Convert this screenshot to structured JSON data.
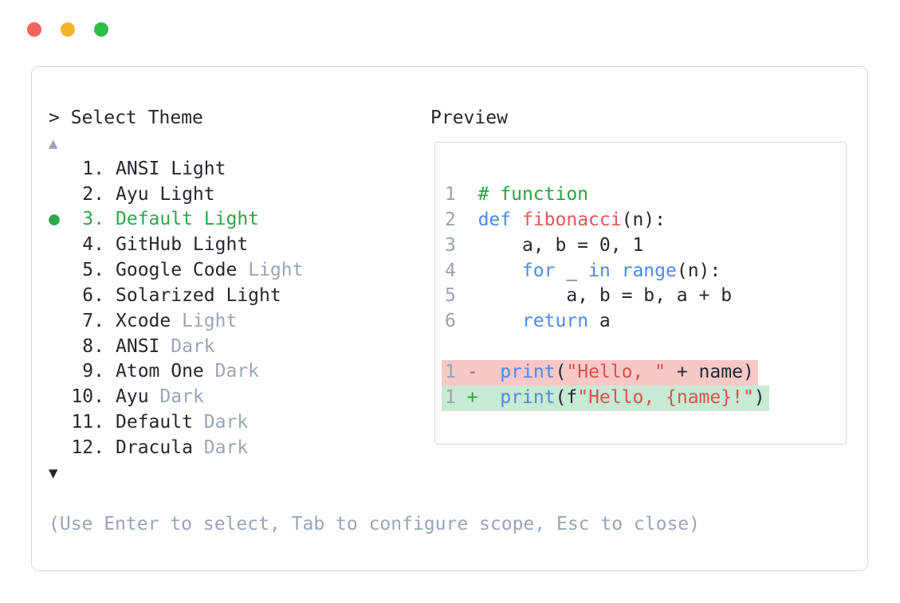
{
  "window": {
    "controls": [
      {
        "name": "close",
        "color": "#f4605a"
      },
      {
        "name": "minimize",
        "color": "#f3b42e"
      },
      {
        "name": "zoom",
        "color": "#2ebf48"
      }
    ]
  },
  "dialog": {
    "prompt": "> Select Theme",
    "scroll_up": "▲",
    "scroll_down": "▼",
    "selected_bullet": "●",
    "themes": [
      {
        "num": "1.",
        "name": "ANSI Light",
        "dim": "",
        "selected": false
      },
      {
        "num": "2.",
        "name": "Ayu Light",
        "dim": "",
        "selected": false
      },
      {
        "num": "3.",
        "name": "Default Light",
        "dim": "",
        "selected": true
      },
      {
        "num": "4.",
        "name": "GitHub Light",
        "dim": "",
        "selected": false
      },
      {
        "num": "5.",
        "name": "Google Code",
        "dim": "Light",
        "selected": false
      },
      {
        "num": "6.",
        "name": "Solarized Light",
        "dim": "",
        "selected": false
      },
      {
        "num": "7.",
        "name": "Xcode",
        "dim": "Light",
        "selected": false
      },
      {
        "num": "8.",
        "name": "ANSI",
        "dim": "Dark",
        "selected": false
      },
      {
        "num": "9.",
        "name": "Atom One",
        "dim": "Dark",
        "selected": false
      },
      {
        "num": "10.",
        "name": "Ayu",
        "dim": "Dark",
        "selected": false
      },
      {
        "num": "11.",
        "name": "Default",
        "dim": "Dark",
        "selected": false
      },
      {
        "num": "12.",
        "name": "Dracula",
        "dim": "Dark",
        "selected": false
      }
    ],
    "hint": "(Use Enter to select, Tab to configure scope, Esc to close)"
  },
  "preview": {
    "label": "Preview",
    "code_lines": [
      {
        "line_type": "code",
        "tokens": [
          {
            "t": "1",
            "c": "ln"
          },
          {
            "t": "  ",
            "c": "d"
          },
          {
            "t": "# function",
            "c": "cm"
          }
        ]
      },
      {
        "line_type": "code",
        "tokens": [
          {
            "t": "2",
            "c": "ln"
          },
          {
            "t": "  ",
            "c": "d"
          },
          {
            "t": "def",
            "c": "kw"
          },
          {
            "t": " ",
            "c": "d"
          },
          {
            "t": "fibonacci",
            "c": "fn"
          },
          {
            "t": "(n):",
            "c": "d"
          }
        ]
      },
      {
        "line_type": "code",
        "tokens": [
          {
            "t": "3",
            "c": "ln"
          },
          {
            "t": "  ",
            "c": "d"
          },
          {
            "t": "    a, b = 0, 1",
            "c": "d"
          }
        ]
      },
      {
        "line_type": "code",
        "tokens": [
          {
            "t": "4",
            "c": "ln"
          },
          {
            "t": "  ",
            "c": "d"
          },
          {
            "t": "    ",
            "c": "d"
          },
          {
            "t": "for",
            "c": "kw"
          },
          {
            "t": " _ ",
            "c": "d"
          },
          {
            "t": "in",
            "c": "kw"
          },
          {
            "t": " ",
            "c": "d"
          },
          {
            "t": "range",
            "c": "kw"
          },
          {
            "t": "(n):",
            "c": "d"
          }
        ]
      },
      {
        "line_type": "code",
        "tokens": [
          {
            "t": "5",
            "c": "ln"
          },
          {
            "t": "  ",
            "c": "d"
          },
          {
            "t": "        a, b = b, a + b",
            "c": "d"
          }
        ]
      },
      {
        "line_type": "code",
        "tokens": [
          {
            "t": "6",
            "c": "ln"
          },
          {
            "t": "  ",
            "c": "d"
          },
          {
            "t": "    ",
            "c": "d"
          },
          {
            "t": "return",
            "c": "kw"
          },
          {
            "t": " a",
            "c": "d"
          }
        ]
      },
      {
        "line_type": "blank",
        "tokens": []
      },
      {
        "line_type": "diff-removed",
        "tokens": [
          {
            "t": "1",
            "c": "ln"
          },
          {
            "t": " ",
            "c": "d"
          },
          {
            "t": "-",
            "c": "minus"
          },
          {
            "t": "  ",
            "c": "d"
          },
          {
            "t": "print",
            "c": "kw"
          },
          {
            "t": "(",
            "c": "d"
          },
          {
            "t": "\"Hello, \"",
            "c": "st"
          },
          {
            "t": " + name)",
            "c": "d"
          }
        ]
      },
      {
        "line_type": "diff-added",
        "tokens": [
          {
            "t": "1",
            "c": "ln"
          },
          {
            "t": " ",
            "c": "d"
          },
          {
            "t": "+",
            "c": "plus"
          },
          {
            "t": "  ",
            "c": "d"
          },
          {
            "t": "print",
            "c": "kw"
          },
          {
            "t": "(f",
            "c": "d"
          },
          {
            "t": "\"Hello, {name}!\"",
            "c": "st"
          },
          {
            "t": ")",
            "c": "d"
          }
        ]
      }
    ]
  },
  "colors": {
    "accent_green": "#2ea64a",
    "comment_green": "#2aa23f",
    "keyword_blue": "#4e87f3",
    "function_red": "#e0575b",
    "string_red": "#d9534f",
    "text_dark": "#242832",
    "text_muted": "#9aa5b6",
    "line_number": "#9aa3b4",
    "diff_removed_bg": "#f8c8c6",
    "diff_added_bg": "#c8e9d3",
    "border": "#d5d9e1",
    "traffic_red": "#f4605a",
    "traffic_yellow": "#f3b42e",
    "traffic_green": "#2ebf48"
  }
}
